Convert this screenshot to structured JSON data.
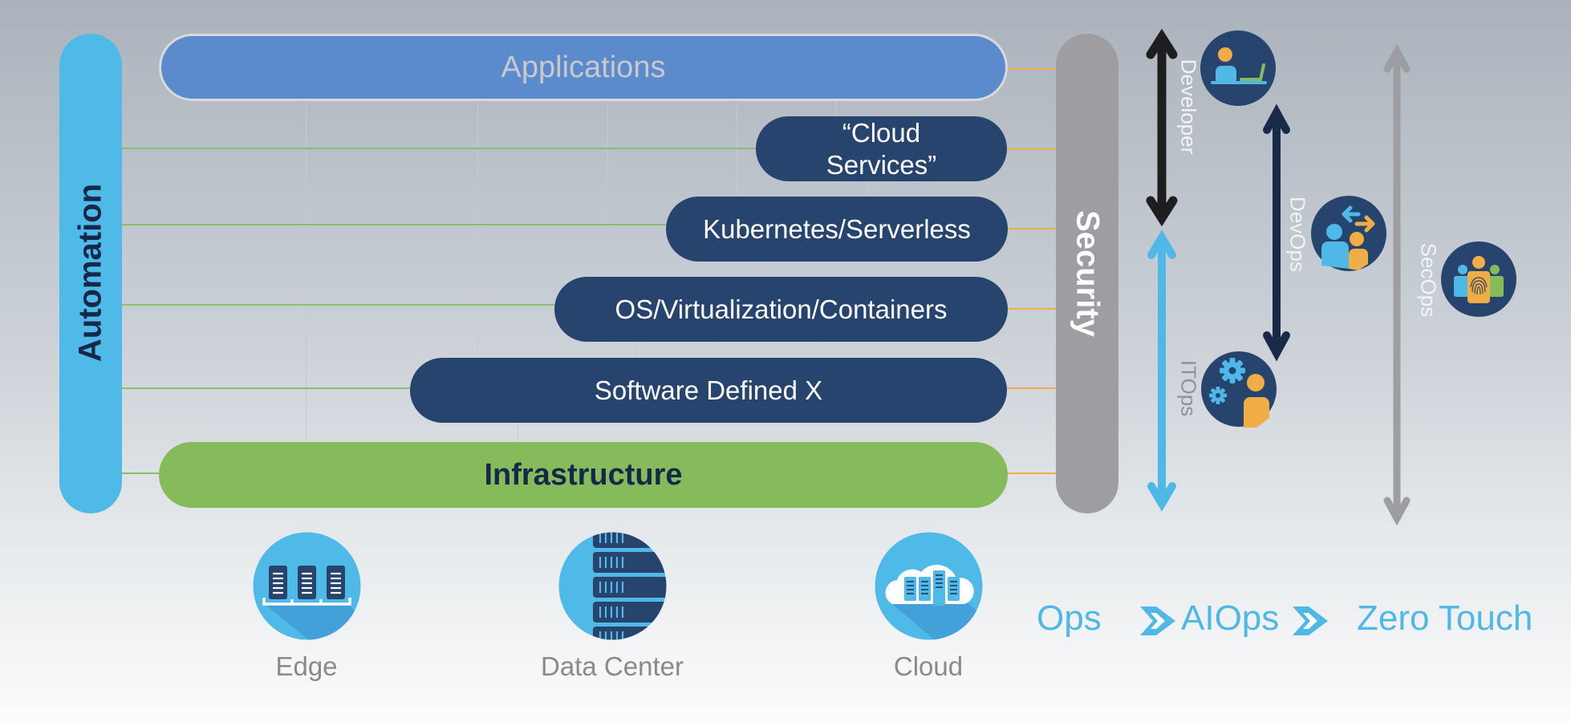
{
  "stack": {
    "applications": "Applications",
    "layers": [
      {
        "line1": "“Cloud",
        "line2": "Services”"
      },
      {
        "line1": "Kubernetes/Serverless"
      },
      {
        "line1": "OS/Virtualization/Containers"
      },
      {
        "line1": "Software Defined X"
      }
    ],
    "infrastructure": "Infrastructure"
  },
  "side_bars": {
    "automation": "Automation",
    "security": "Security"
  },
  "roles": {
    "developer": "Developer",
    "itops": "ITOps",
    "devops": "DevOps",
    "secops": "SecOps"
  },
  "locations": [
    {
      "label": "Edge",
      "icon": "edge-servers-icon"
    },
    {
      "label": "Data Center",
      "icon": "datacenter-rack-icon"
    },
    {
      "label": "Cloud",
      "icon": "cloud-servers-icon"
    }
  ],
  "progression": {
    "steps": [
      "Ops",
      "AIOps",
      "Zero Touch"
    ],
    "separator_icon": "double-chevron-right-icon"
  },
  "colors": {
    "automation": "#4fb9e7",
    "security": "#9e9da2",
    "applications": "#5b8bcd",
    "layer": "#27446e",
    "infrastructure": "#86bb5b",
    "developer_arrow": "#1e1e1e",
    "itops_arrow": "#4fb8e7",
    "devops_arrow": "#182a48",
    "secops_arrow": "#9e9da2",
    "accent_orange": "#f0ac45",
    "accent_green": "#86bb5b"
  }
}
